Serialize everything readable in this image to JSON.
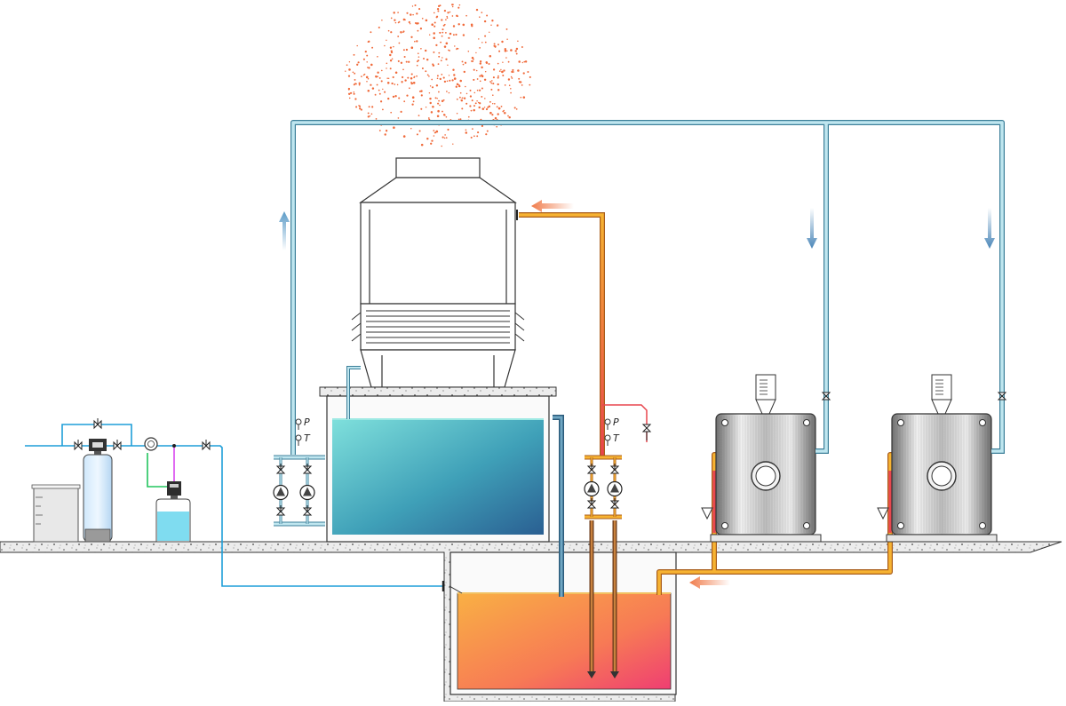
{
  "gauges": {
    "return_pressure": "P",
    "return_temperature": "T",
    "supply_pressure": "P",
    "supply_temperature": "T"
  },
  "colors": {
    "cold_pipe": "#9fd3e0",
    "cold_pipe_edge": "#3d7f99",
    "hot_pipe": "#f5a623",
    "hot_pipe_red": "#e8474f",
    "basin_water_top": "#6fd6d6",
    "basin_water_bottom": "#2a6f9b",
    "sump_water_top": "#f8a64a",
    "sump_water_bottom": "#f0456b",
    "flow_arrow_hot": "#f07b4a",
    "flow_arrow_cold": "#5b9bc7",
    "plume": "#f06a3a",
    "softener_water": "#7fdcf0"
  },
  "icons": [
    "cooling-tower-icon",
    "circulation-pump-icon",
    "valve-icon",
    "heat-exchanger-icon",
    "water-softener-icon",
    "chemical-dosing-tank-icon",
    "flow-meter-icon",
    "vapor-plume-icon",
    "flow-arrow-icon"
  ]
}
